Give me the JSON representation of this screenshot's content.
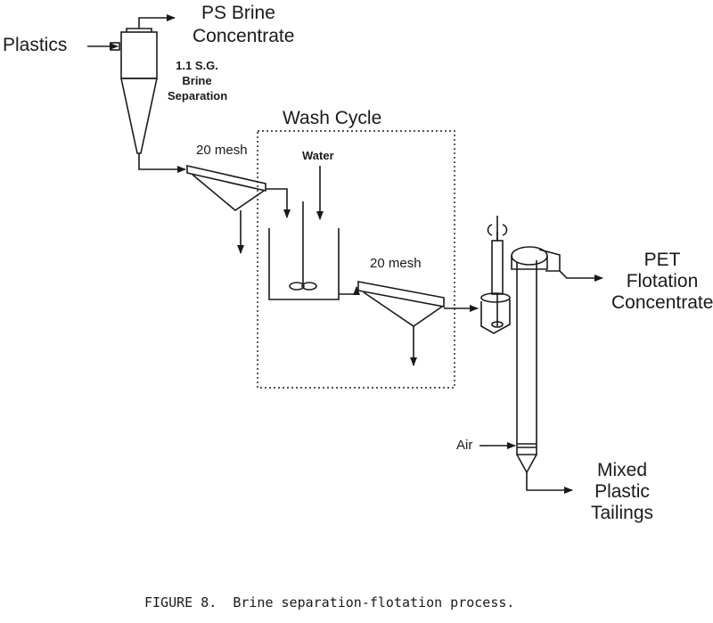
{
  "labels": {
    "plastics": "Plastics",
    "ps_brine_line1": "PS Brine",
    "ps_brine_line2": "Concentrate",
    "sg_line1": "1.1 S.G.",
    "sg_line2": "Brine",
    "sg_line3": "Separation",
    "wash_cycle": "Wash Cycle",
    "mesh_1": "20 mesh",
    "water": "Water",
    "mesh_2": "20 mesh",
    "pet_line1": "PET",
    "pet_line2": "Flotation",
    "pet_line3": "Concentrate",
    "air": "Air",
    "mixed_line1": "Mixed",
    "mixed_line2": "Plastic",
    "mixed_line3": "Tailings"
  },
  "caption": "FIGURE 8.  Brine separation-flotation process.",
  "colors": {
    "ink": "#1a1a1a",
    "background": "#ffffff"
  }
}
